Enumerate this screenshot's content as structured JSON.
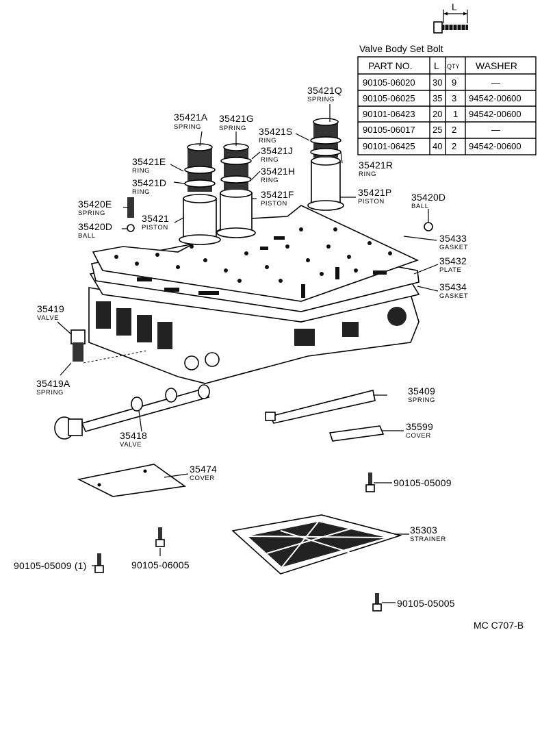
{
  "table": {
    "title": "Valve Body Set Bolt",
    "dim_label": "L",
    "headers": {
      "part_no": "PART NO.",
      "l": "L",
      "qty": "QTY",
      "washer": "WASHER"
    },
    "rows": [
      {
        "part_no": "90105-06020",
        "l": "30",
        "qty": "9",
        "washer": "—"
      },
      {
        "part_no": "90105-06025",
        "l": "35",
        "qty": "3",
        "washer": "94542-00600"
      },
      {
        "part_no": "90101-06423",
        "l": "20",
        "qty": "1",
        "washer": "94542-00600"
      },
      {
        "part_no": "90105-06017",
        "l": "25",
        "qty": "2",
        "washer": "—"
      },
      {
        "part_no": "90101-06425",
        "l": "40",
        "qty": "2",
        "washer": "94542-00600"
      }
    ]
  },
  "labels": {
    "p35421Q": {
      "num": "35421Q",
      "desc": "SPRING"
    },
    "p35421A": {
      "num": "35421A",
      "desc": "SPRING"
    },
    "p35421G": {
      "num": "35421G",
      "desc": "SPRING"
    },
    "p35421S": {
      "num": "35421S",
      "desc": "RING"
    },
    "p35421J": {
      "num": "35421J",
      "desc": "RING"
    },
    "p35421E": {
      "num": "35421E",
      "desc": "RING"
    },
    "p35421H": {
      "num": "35421H",
      "desc": "RING"
    },
    "p35421R": {
      "num": "35421R",
      "desc": "RING"
    },
    "p35421D": {
      "num": "35421D",
      "desc": "RING"
    },
    "p35421F": {
      "num": "35421F",
      "desc": "PISTON"
    },
    "p35421P": {
      "num": "35421P",
      "desc": "PISTON"
    },
    "p35420D_top": {
      "num": "35420D",
      "desc": "BALL"
    },
    "p35420E": {
      "num": "35420E",
      "desc": "SPRING"
    },
    "p35420D": {
      "num": "35420D",
      "desc": "BALL"
    },
    "p35421": {
      "num": "35421",
      "desc": "PISTON"
    },
    "p35433": {
      "num": "35433",
      "desc": "GASKET"
    },
    "p35432": {
      "num": "35432",
      "desc": "PLATE"
    },
    "p35434": {
      "num": "35434",
      "desc": "GASKET"
    },
    "p35419": {
      "num": "35419",
      "desc": "VALVE"
    },
    "p35419A": {
      "num": "35419A",
      "desc": "SPRING"
    },
    "p35409": {
      "num": "35409",
      "desc": "SPRING"
    },
    "p35599": {
      "num": "35599",
      "desc": "COVER"
    },
    "p35418": {
      "num": "35418",
      "desc": "VALVE"
    },
    "p35474": {
      "num": "35474",
      "desc": "COVER"
    },
    "p35303": {
      "num": "35303",
      "desc": "STRAINER"
    },
    "bolt_a": {
      "num": "90105-05009"
    },
    "bolt_b": {
      "num": "90105-05009 (1)"
    },
    "bolt_c": {
      "num": "90105-06005"
    },
    "bolt_d": {
      "num": "90105-05005"
    }
  },
  "code": "MC  C707-B"
}
